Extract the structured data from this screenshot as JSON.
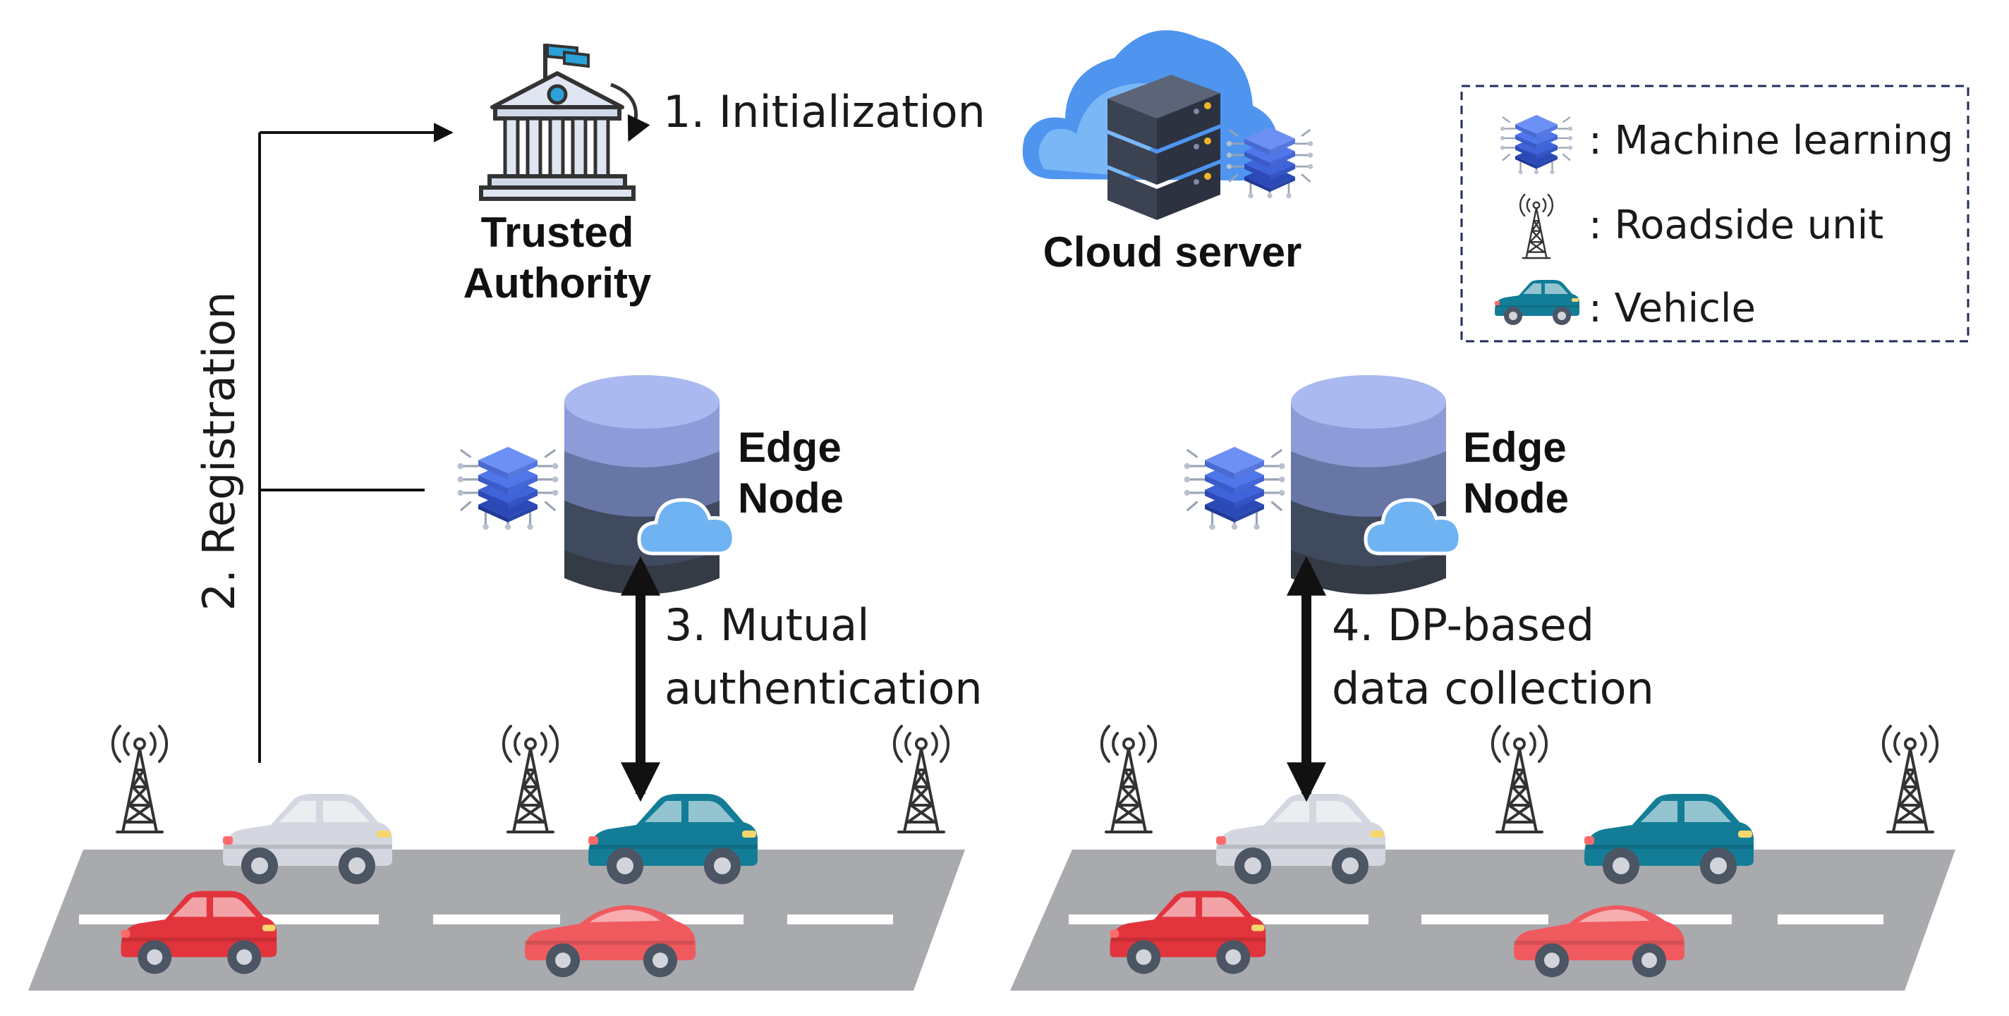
{
  "trusted_authority": {
    "line1": "Trusted",
    "line2": "Authority"
  },
  "cloud_server": {
    "label": "Cloud server"
  },
  "edge_nodes": [
    {
      "line1": "Edge",
      "line2": "Node"
    },
    {
      "line1": "Edge",
      "line2": "Node"
    }
  ],
  "steps": {
    "initialization": "1. Initialization",
    "registration": "2. Registration",
    "mutual_auth_line1": "3. Mutual",
    "mutual_auth_line2": "authentication",
    "dp_line1": "4. DP-based",
    "dp_line2": "data collection"
  },
  "legend": {
    "items": [
      {
        "icon": "machine-learning-icon",
        "label": ": Machine learning"
      },
      {
        "icon": "roadside-unit-icon",
        "label": ": Roadside unit"
      },
      {
        "icon": "vehicle-icon",
        "label": ": Vehicle"
      }
    ]
  },
  "colors": {
    "ml_blue": "#3f63d8",
    "cloud_blue": "#62a8ef",
    "server_dark": "#3b4252",
    "road_gray": "#a9aaad",
    "car_teal": "#137d97",
    "car_silver": "#d4d7e0",
    "car_red": "#e2343d",
    "car_pink": "#ef5a5f"
  }
}
